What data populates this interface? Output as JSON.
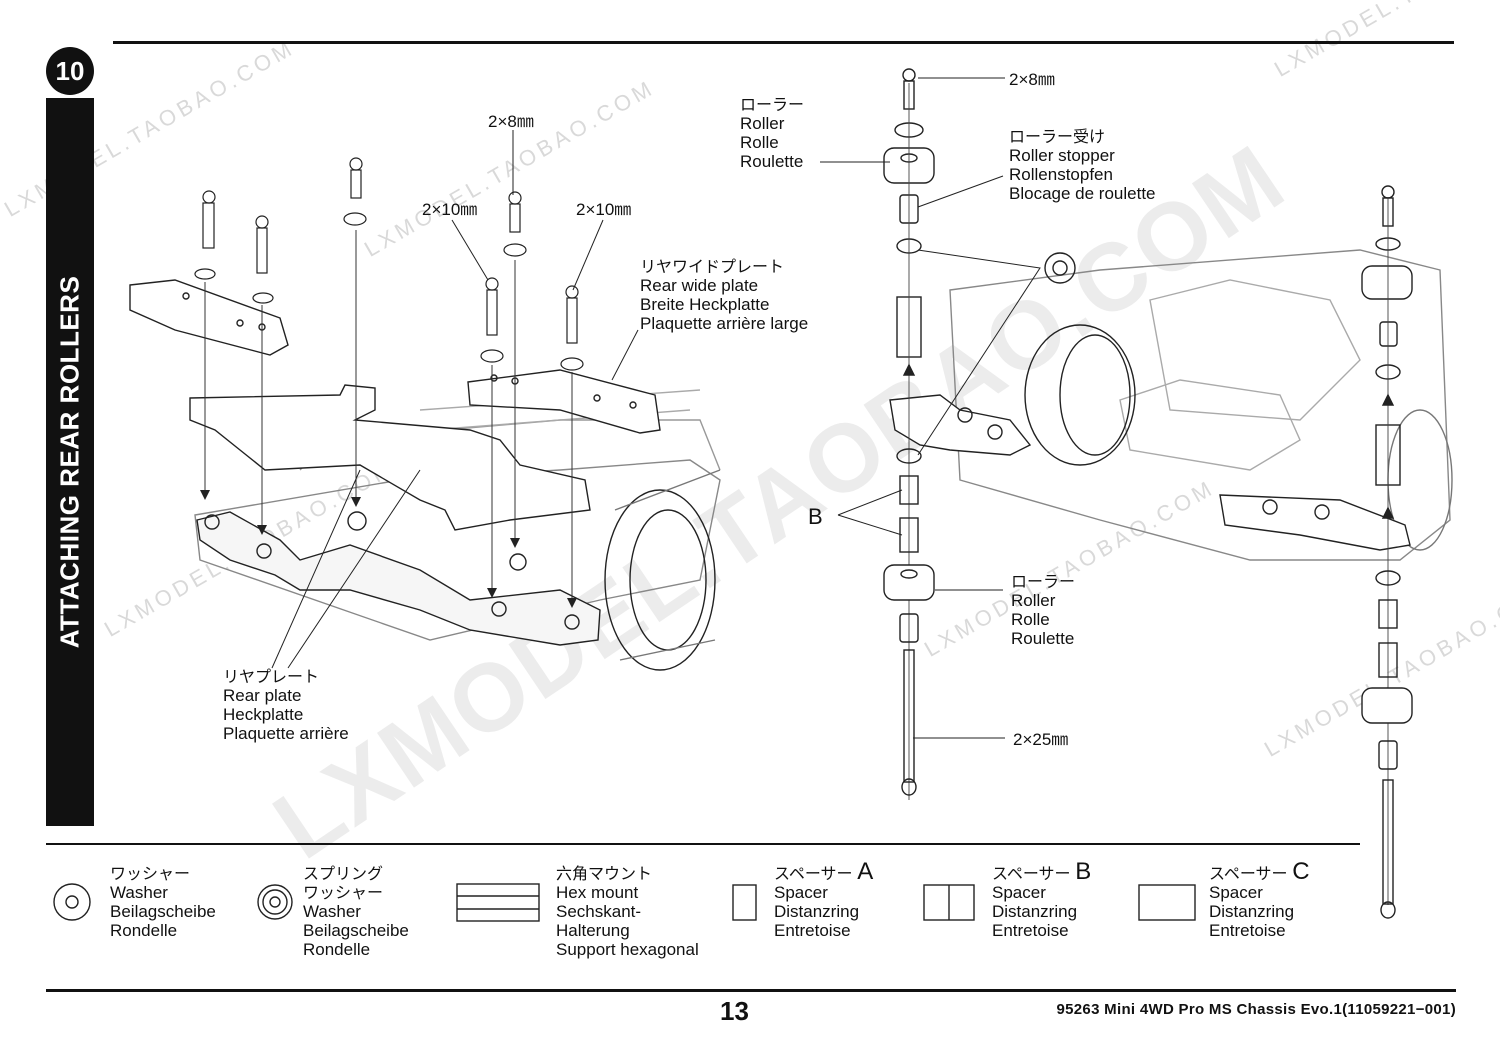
{
  "step": {
    "number": "10",
    "title": "ATTACHING REAR ROLLERS"
  },
  "labels": {
    "screw_2x8_left": "2×8㎜",
    "screw_2x10_a": "2×10㎜",
    "screw_2x10_b": "2×10㎜",
    "rear_wide_plate": [
      "リヤワイドプレート",
      "Rear wide plate",
      "Breite Heckplatte",
      "Plaquette arrière large"
    ],
    "rear_plate": [
      "リヤプレート",
      "Rear plate",
      "Heckplatte",
      "Plaquette arrière"
    ],
    "screw_2x8_right": "2×8㎜",
    "roller_top": [
      "ローラー",
      "Roller",
      "Rolle",
      "Roulette"
    ],
    "roller_stopper": [
      "ローラー受け",
      "Roller stopper",
      "Rollenstopfen",
      "Blocage de roulette"
    ],
    "spacer_b": "B",
    "roller_bottom": [
      "ローラー",
      "Roller",
      "Rolle",
      "Roulette"
    ],
    "screw_2x25": "2×25㎜"
  },
  "legend": [
    {
      "icon": "washer-icon",
      "lines": [
        "ワッシャー",
        "Washer",
        "Beilagscheibe",
        "Rondelle"
      ]
    },
    {
      "icon": "spring-washer-icon",
      "lines": [
        "スプリング",
        "ワッシャー",
        "Washer",
        "Beilagscheibe",
        "Rondelle"
      ]
    },
    {
      "icon": "hex-mount-icon",
      "lines": [
        "六角マウント",
        "Hex mount",
        "Sechskant-",
        "Halterung",
        "Support hexagonal"
      ]
    },
    {
      "icon": "spacer-a-icon",
      "letter": "A",
      "lines": [
        "スペーサー",
        "Spacer",
        "Distanzring",
        "Entretoise"
      ]
    },
    {
      "icon": "spacer-b-icon",
      "letter": "B",
      "lines": [
        "スペーサー",
        "Spacer",
        "Distanzring",
        "Entretoise"
      ]
    },
    {
      "icon": "spacer-c-icon",
      "letter": "C",
      "lines": [
        "スペーサー",
        "Spacer",
        "Distanzring",
        "Entretoise"
      ]
    }
  ],
  "footer": {
    "page_number": "13",
    "product": "95263  Mini  4WD  Pro  MS  Chassis  Evo.1(11059221−001)"
  },
  "watermarks": [
    "LXMODEL.TAOBAO.COM",
    "LXMODEL.TAOBAO.COM",
    "LXMODEL.TAOBAO.COM",
    "LXMODEL.TAOBAO.COM",
    "LXMODEL.TAOBAO.COM",
    "LXMODEL.TAOBAO.COM"
  ],
  "watermark_large": "LXMODEL.TAOBAO.COM"
}
